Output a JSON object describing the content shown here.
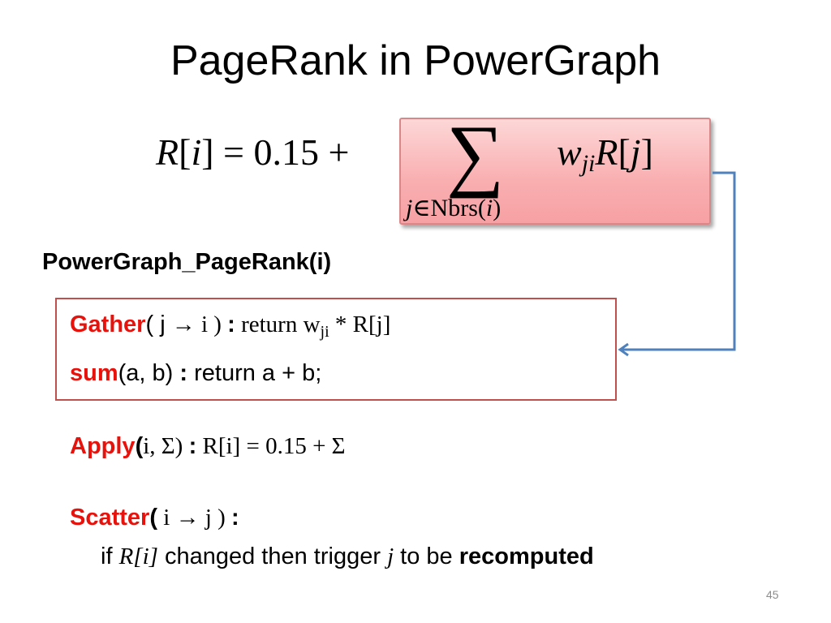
{
  "slide": {
    "title": "PageRank in PowerGraph",
    "number": "45"
  },
  "formula": {
    "left": "R[i] = 0.15 +",
    "left_parts": {
      "r": "R",
      "lb": "[",
      "i": "i",
      "rb": "]",
      "rest": " = 0.15 +"
    },
    "sigma": "∑",
    "summand": {
      "w": "w",
      "sub": "ji",
      "r": "R",
      "j": "j"
    },
    "index": {
      "j": "j",
      "in_nbrs": "∈Nbrs(",
      "i": "i",
      "close": ")"
    }
  },
  "heading": "PowerGraph_PageRank(i)",
  "gather": {
    "keyword": "Gather",
    "args": "( j ",
    "arrow": "→",
    "args_end": " i ) ",
    "colon": ":",
    "return_text": " return  w",
    "w_sub": "ji",
    "rest": " * R[j]"
  },
  "sum": {
    "keyword": "sum",
    "args": "(a, b) ",
    "colon": ":",
    "body": "  return a + b;"
  },
  "apply": {
    "keyword": "Apply",
    "paren": "(",
    "args": "i, Σ) ",
    "colon": ":",
    "body": " R[i] = 0.15 + Σ"
  },
  "scatter": {
    "keyword": "Scatter",
    "paren": "(",
    "args": " i ",
    "arrow": "→",
    "args_end": " j ) ",
    "colon": ":",
    "line2_if": "if ",
    "line2_ri": "R[i]",
    "line2_mid": " changed then trigger ",
    "line2_j": "j",
    "line2_tobe": " to be ",
    "line2_recomputed": "recomputed"
  },
  "colors": {
    "keyword_red": "#e8120c",
    "gather_box_border": "#c0504d",
    "sum_box_fill": "#f9aeb0",
    "connector_blue": "#4f81bd"
  },
  "icons": {
    "connector": "elbow-connector-arrow"
  }
}
